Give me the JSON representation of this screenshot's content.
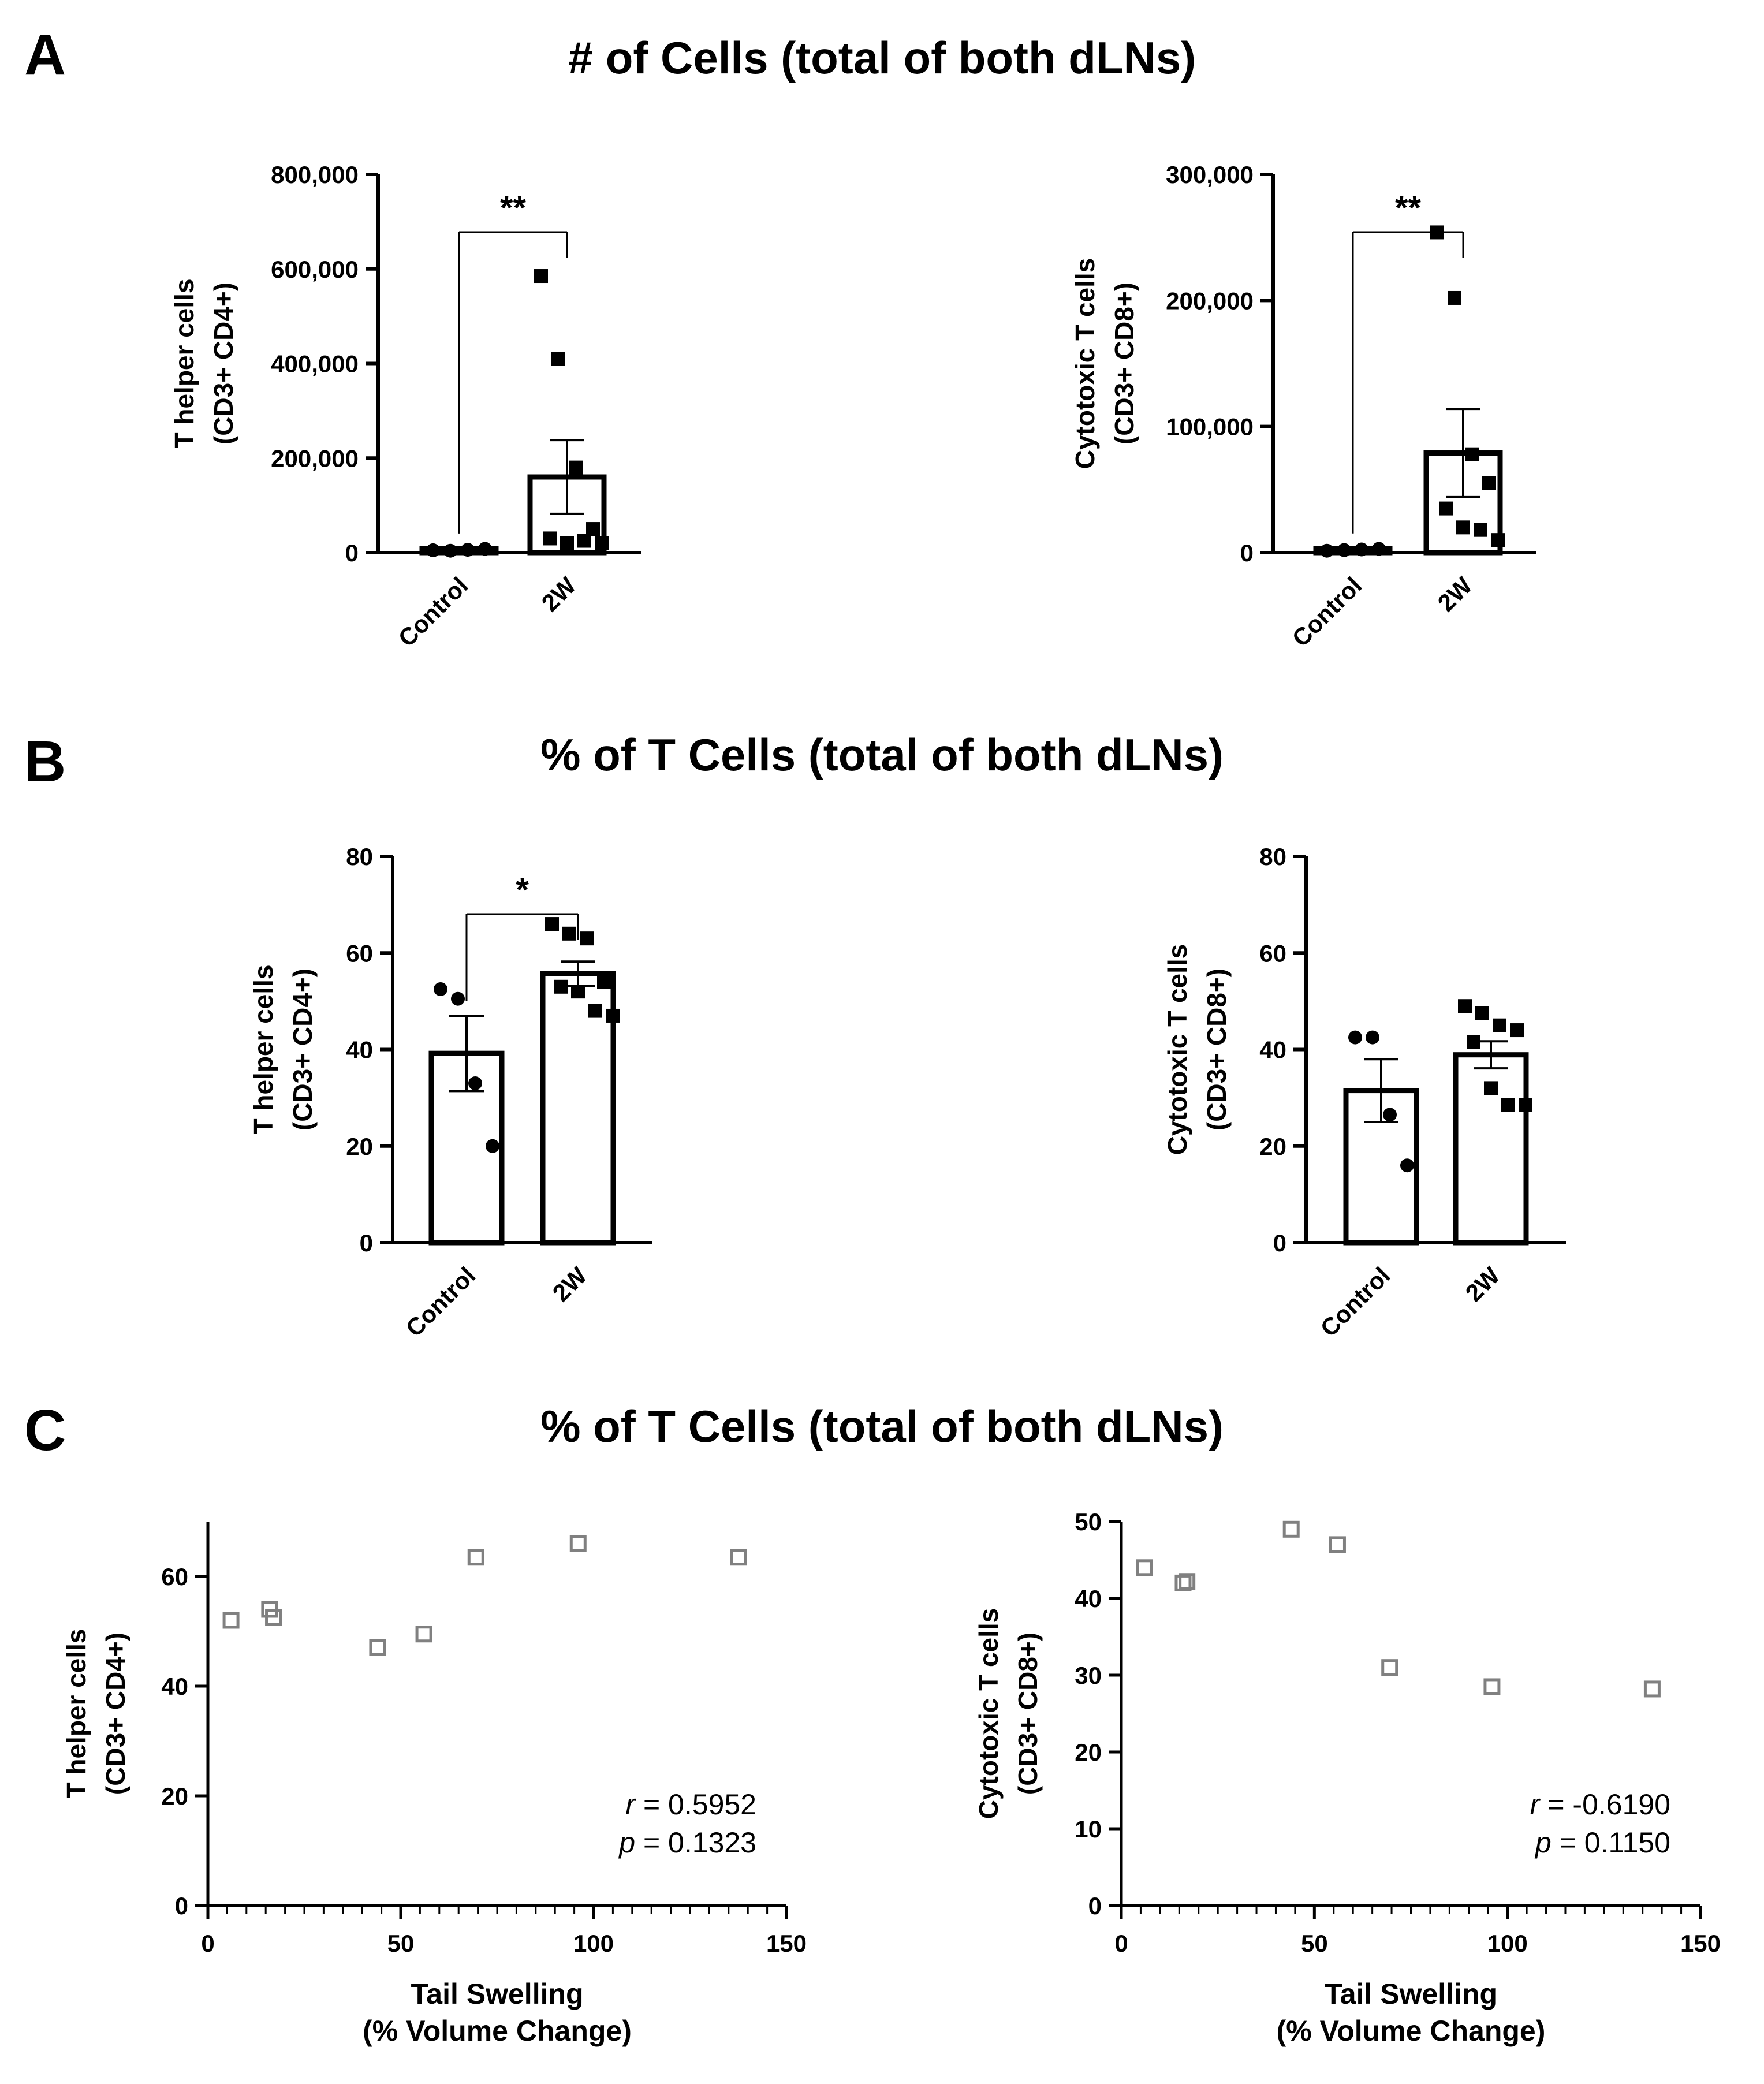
{
  "panels": {
    "A": {
      "letter": "A",
      "title": "# of Cells (total of both dLNs)"
    },
    "B": {
      "letter": "B",
      "title": "% of T Cells (total of both dLNs)"
    },
    "C": {
      "letter": "C",
      "title": "% of T Cells (total of both dLNs)"
    }
  },
  "chart_data": [
    {
      "id": "A-cd4",
      "type": "bar",
      "panel": "A",
      "categories": [
        "Control",
        "2W"
      ],
      "ylabel": [
        "T helper cells",
        "(CD3+ CD4+)"
      ],
      "ylim": [
        0,
        800000
      ],
      "yticks": [
        0,
        200000,
        400000,
        600000,
        800000
      ],
      "ytick_labels": [
        "0",
        "200,000",
        "400,000",
        "600,000",
        "800,000"
      ],
      "means": [
        8000,
        160000
      ],
      "sem": [
        2000,
        78000
      ],
      "points": [
        [
          5000,
          4000,
          6000,
          8000
        ],
        [
          585000,
          410000,
          180000,
          50000,
          30000,
          20000,
          25000,
          20000
        ]
      ],
      "significance": "**"
    },
    {
      "id": "A-cd8",
      "type": "bar",
      "panel": "A",
      "categories": [
        "Control",
        "2W"
      ],
      "ylabel": [
        "Cytotoxic T cells",
        "(CD3+ CD8+)"
      ],
      "ylim": [
        0,
        300000
      ],
      "yticks": [
        0,
        100000,
        200000,
        300000
      ],
      "ytick_labels": [
        "0",
        "100,000",
        "200,000",
        "300,000"
      ],
      "means": [
        3000,
        79000
      ],
      "sem": [
        800,
        35000
      ],
      "points": [
        [
          1500,
          2000,
          2500,
          3000
        ],
        [
          254000,
          202000,
          78000,
          55000,
          35000,
          20000,
          18000,
          10000
        ]
      ],
      "significance": "**"
    },
    {
      "id": "B-cd4",
      "type": "bar",
      "panel": "B",
      "categories": [
        "Control",
        "2W"
      ],
      "ylabel": [
        "T helper cells",
        "(CD3+ CD4+)"
      ],
      "ylim": [
        0,
        80
      ],
      "yticks": [
        0,
        20,
        40,
        60,
        80
      ],
      "ytick_labels": [
        "0",
        "20",
        "40",
        "60",
        "80"
      ],
      "means": [
        39.2,
        55.7
      ],
      "sem": [
        7.8,
        2.5
      ],
      "points": [
        [
          52.5,
          50.5,
          33,
          20
        ],
        [
          66,
          64,
          63,
          54,
          53,
          52,
          48,
          47
        ]
      ],
      "significance": "*"
    },
    {
      "id": "B-cd8",
      "type": "bar",
      "panel": "B",
      "categories": [
        "Control",
        "2W"
      ],
      "ylabel": [
        "Cytotoxic T cells",
        "(CD3+ CD8+)"
      ],
      "ylim": [
        0,
        80
      ],
      "yticks": [
        0,
        20,
        40,
        60,
        80
      ],
      "ytick_labels": [
        "0",
        "20",
        "40",
        "60",
        "80"
      ],
      "means": [
        31.5,
        38.9
      ],
      "sem": [
        6.5,
        2.8
      ],
      "points": [
        [
          42.5,
          42.5,
          26.5,
          16
        ],
        [
          49,
          47.5,
          45,
          44,
          41.5,
          32,
          28.5,
          28.5
        ]
      ],
      "significance": ""
    },
    {
      "id": "C-cd4",
      "type": "scatter",
      "panel": "C",
      "xlabel": [
        "Tail Swelling",
        "(% Volume Change)"
      ],
      "ylabel": [
        "T helper cells",
        "(CD3+ CD4+)"
      ],
      "xlim": [
        0,
        150
      ],
      "ylim": [
        0,
        70
      ],
      "xticks": [
        0,
        50,
        100,
        150
      ],
      "yticks": [
        0,
        20,
        40,
        60
      ],
      "x": [
        6,
        16,
        17,
        44,
        56,
        69.5,
        96,
        137.5
      ],
      "y": [
        52,
        54,
        52.5,
        47,
        49.5,
        63.5,
        66,
        63.5
      ],
      "r_label": "r",
      "r_value": " = 0.5952",
      "p_label": "p",
      "p_value": " = 0.1323"
    },
    {
      "id": "C-cd8",
      "type": "scatter",
      "panel": "C",
      "xlabel": [
        "Tail Swelling",
        "(% Volume Change)"
      ],
      "ylabel": [
        "Cytotoxic T cells",
        "(CD3+ CD8+)"
      ],
      "xlim": [
        0,
        150
      ],
      "ylim": [
        0,
        50
      ],
      "xticks": [
        0,
        50,
        100,
        150
      ],
      "yticks": [
        0,
        10,
        20,
        30,
        40,
        50
      ],
      "x": [
        6,
        16,
        17,
        44,
        56,
        69.5,
        96,
        137.5
      ],
      "y": [
        44,
        42,
        42.2,
        49,
        47,
        31,
        28.5,
        28.2
      ],
      "r_label": "r",
      "r_value": " = -0.6190",
      "p_label": "p",
      "p_value": " = 0.1150"
    }
  ]
}
